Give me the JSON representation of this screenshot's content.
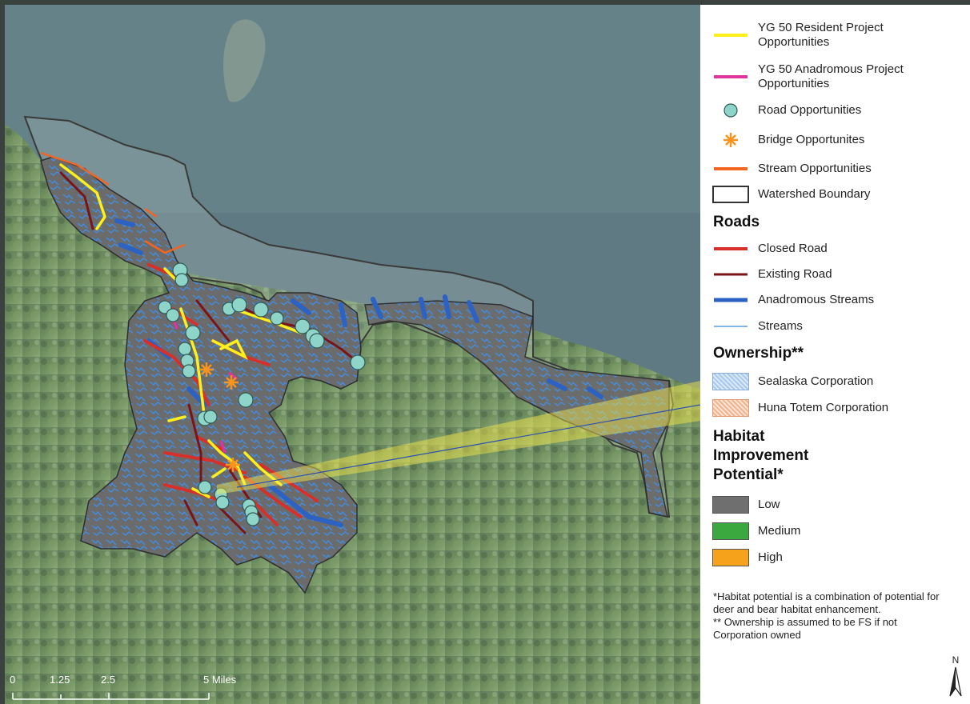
{
  "legend": {
    "items": [
      {
        "label": "YG 50 Resident Project Opportunities"
      },
      {
        "label": "YG 50 Anadromous Project Opportunities"
      },
      {
        "label": "Road Opportunities"
      },
      {
        "label": "Bridge Opportunites"
      },
      {
        "label": "Stream Opportunities"
      },
      {
        "label": "Watershed Boundary"
      }
    ],
    "roads_heading": "Roads",
    "roads": [
      {
        "label": "Closed Road"
      },
      {
        "label": "Existing Road"
      },
      {
        "label": "Anadromous Streams"
      },
      {
        "label": "Streams"
      }
    ],
    "ownership_heading": "Ownership**",
    "ownership": [
      {
        "label": "Sealaska Corporation"
      },
      {
        "label": "Huna Totem Corporation"
      }
    ],
    "habitat_heading": "Habitat Improvement Potential*",
    "habitat": [
      {
        "label": "Low"
      },
      {
        "label": "Medium"
      },
      {
        "label": "High"
      }
    ],
    "note_1": "*Habitat potential is a combination of potential for deer and bear habitat enhancement.",
    "note_2": "** Ownership is assumed to be FS if not Corporation owned",
    "north_label": "N"
  },
  "scale_bar": {
    "ticks": [
      "0",
      "1.25",
      "2.5",
      "5 Miles"
    ]
  },
  "colors": {
    "resident_yellow": "#ffef1a",
    "anadromous_magenta": "#e0339e",
    "road_teal": "#8fd4c8",
    "bridge_orange": "#f7941d",
    "stream_opp_orange": "#f26522",
    "closed_road_red": "#d7302a",
    "existing_road_darkred": "#7a1416",
    "anadromous_stream_blue": "#2b62c4",
    "stream_blue": "#5b9ae8",
    "watershed_gray": "#6f6f6f",
    "medium_green": "#3aa83f",
    "high_orange": "#f7a21b"
  }
}
